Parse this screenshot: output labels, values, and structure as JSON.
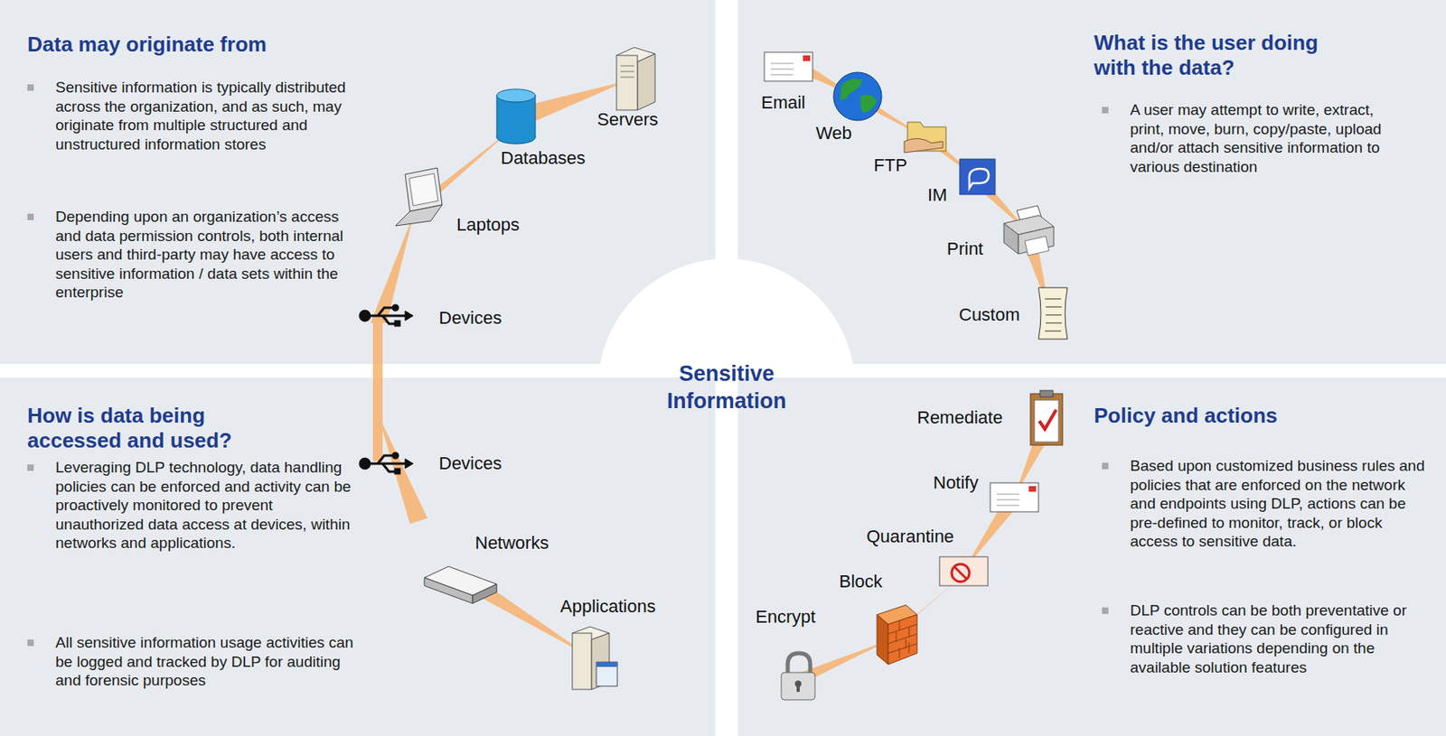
{
  "diagram": {
    "nodes": [
      {
        "text": [
          "Data may originate from",
          "Sensitive information is typically distributed across the organization, and as such, may originate from multiple structured and unstructured information stores",
          "Depending upon an organization’s access and data permission controls, both internal users and third-party may have access to sensitive information / data sets within the enterprise"
        ]
      },
      {
        "text": [
          "What is the user doing with the data?",
          "A user may attempt to write, extract, print, move, burn, copy/paste, upload and/or attach sensitive information to various destination"
        ]
      },
      {
        "text": [
          "Sensitive Information"
        ]
      },
      {
        "text": [
          "How is data being accessed and used?",
          "Leveraging DLP technology, data handling policies can be enforced and activity can be proactively monitored to prevent unauthorized data access at devices, within networks and applications.",
          "All sensitive information usage activities can be logged and tracked by DLP for auditing and forensic purposes"
        ]
      },
      {
        "text": [
          "Policy and actions",
          "Based upon customized business rules and policies that are enforced on the network and endpoints using DLP, actions can be pre-defined to monitor, track, or block access to sensitive data.",
          "DLP controls can be both preventative or reactive and they can be configured in multiple variations depending on the available solution features"
        ]
      }
    ],
    "labels": [
      "Servers",
      "Databases",
      "Laptops",
      "Devices",
      "Devices",
      "Networks",
      "Applications",
      "Email",
      "Web",
      "FTP",
      "IM",
      "Print",
      "Custom",
      "Remediate",
      "Notify",
      "Quarantine",
      "Block",
      "Encrypt"
    ]
  }
}
